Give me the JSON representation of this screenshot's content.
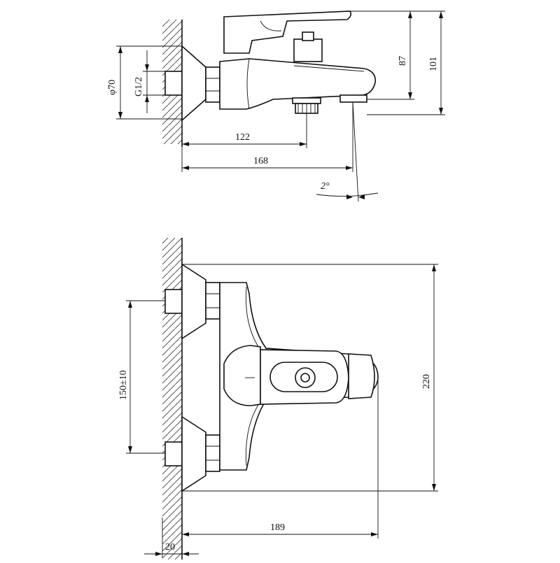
{
  "side_view": {
    "dims": {
      "diameter": "φ70",
      "thread": "G1/2",
      "length_122": "122",
      "length_168": "168",
      "height_87": "87",
      "height_101": "101",
      "angle": "2°"
    }
  },
  "front_view": {
    "dims": {
      "centers": "150±10",
      "height_220": "220",
      "length_189": "189",
      "wall_20": "20"
    }
  }
}
